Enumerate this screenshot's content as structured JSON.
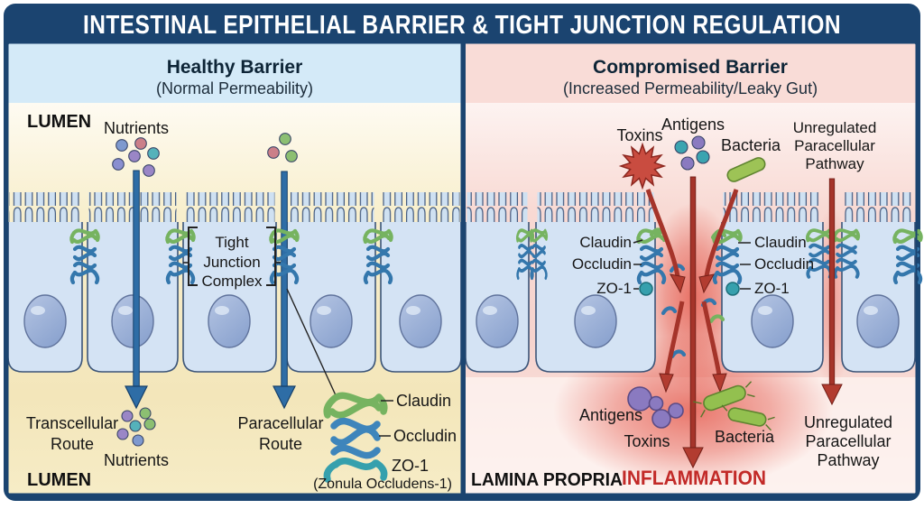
{
  "title": "INTESTINAL EPITHELIAL BARRIER & TIGHT JUNCTION REGULATION",
  "left_panel": {
    "header": "Healthy Barrier",
    "subheader": "(Normal Permeability)",
    "lumen_top": "LUMEN",
    "lumen_bottom": "LUMEN",
    "nutrients_top": "Nutrients",
    "nutrients_bottom": "Nutrients",
    "transcellular_route": [
      "Transcellular",
      "Route"
    ],
    "paracellular_route": [
      "Paracellular",
      "Route"
    ],
    "tight_junction_complex": [
      "Tight",
      "Junction",
      "Complex"
    ],
    "detail": {
      "claudin": "Claudin",
      "occludin": "Occludin",
      "zo1": "ZO-1",
      "zo1_full": "(Zonula Occludens-1)"
    }
  },
  "right_panel": {
    "header": "Compromised Barrier",
    "subheader": "(Increased Permeability/Leaky Gut)",
    "toxins_top": "Toxins",
    "antigens_top": "Antigens",
    "bacteria_top": "Bacteria",
    "unregulated_pathway_top": [
      "Unregulated",
      "Paracellular",
      "Pathway"
    ],
    "junction_left": {
      "claudin": "Claudin",
      "occludin": "Occludin",
      "zo1": "ZO-1"
    },
    "junction_right": {
      "claudin": "Claudin",
      "occludin": "Occludin",
      "zo1": "ZO-1"
    },
    "antigens_bottom": "Antigens",
    "toxins_bottom": "Toxins",
    "bacteria_bottom": "Bacteria",
    "inflammation": "INFLAMMATION",
    "unregulated_pathway_bottom": [
      "Unregulated",
      "Paracellular",
      "Pathway"
    ],
    "lamina_propria": "LAMINA PROPRIA"
  },
  "colors": {
    "frame_navy": "#1b4470",
    "healthy_header_bg": "#d4eaf8",
    "compromised_header_bg": "#f9dcd7",
    "lumen_yellow": "#f6ecc6",
    "lumen_pink": "#f7d6d0",
    "cell_fill": "#d4e3f4",
    "cell_outline": "#3c5578",
    "nucleus_blue": "#9db1d6",
    "claudin_green": "#76b360",
    "occludin_blue": "#3477ac",
    "zo1_teal": "#36a0ad",
    "transport_arrow_blue": "#2e6da6",
    "leak_arrow_red": "#a5342a",
    "inflammation_red": "#c22a28",
    "toxin_red": "#c94c40",
    "bacteria_green": "#93c04f",
    "antigen_purple": "#8a7ac0",
    "antigen_teal": "#3ba4b0"
  }
}
